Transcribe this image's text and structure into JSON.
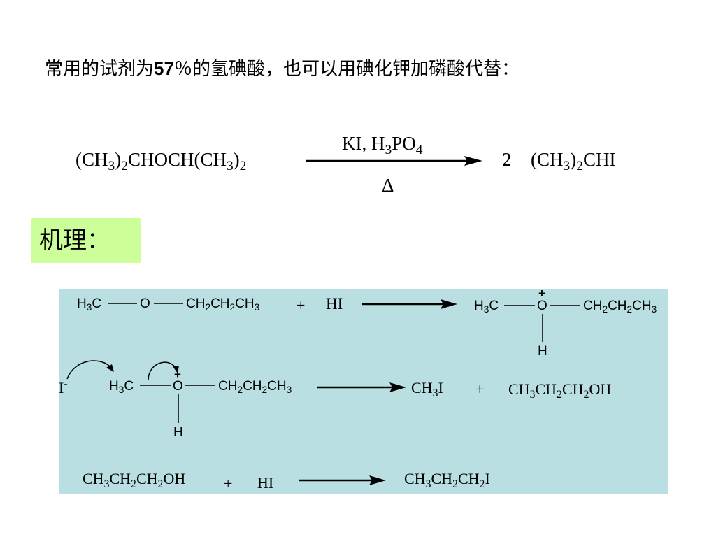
{
  "intro": {
    "text_before": "常用的试剂为",
    "percent": "57",
    "text_after": "％的氢碘酸，也可以用碘化钾加磷酸代替："
  },
  "main_reaction": {
    "reactant": [
      "(CH",
      "3",
      ")",
      "2",
      "CHOCH(CH",
      "3",
      ")",
      "2"
    ],
    "reagent": [
      "KI, H",
      "3",
      "PO",
      "4"
    ],
    "condition": "Δ",
    "coefficient": "2",
    "product": [
      "(CH",
      "3",
      ")",
      "2",
      "CHI"
    ]
  },
  "mechanism_label": "机理：",
  "step1": {
    "r_h3c": "H",
    "r_h3c_sub": "3",
    "r_c": "C",
    "o": "O",
    "chain": [
      "CH",
      "2",
      "CH",
      "2",
      "CH",
      "3"
    ],
    "plus": "+",
    "hi": "HI",
    "p_h3c": "H",
    "p_h3c_sub": "3",
    "p_c": "C",
    "p_o": "O",
    "p_charge": "+",
    "p_chain": [
      "CH",
      "2",
      "CH",
      "2",
      "CH",
      "3"
    ],
    "p_h": "H"
  },
  "step2": {
    "iodide": "I",
    "iodide_charge": "-",
    "h3c": "H",
    "h3c_sub": "3",
    "c": "C",
    "o": "O",
    "charge": "+",
    "chain": [
      "CH",
      "2",
      "CH",
      "2",
      "CH",
      "3"
    ],
    "h": "H",
    "product1": [
      "CH",
      "3",
      "I"
    ],
    "plus": "+",
    "product2": [
      "CH",
      "3",
      "CH",
      "2",
      "CH",
      "2",
      "OH"
    ]
  },
  "step3": {
    "reactant": [
      "CH",
      "3",
      "CH",
      "2",
      "CH",
      "2",
      "OH"
    ],
    "plus": "+",
    "hi": "HI",
    "product": [
      "CH",
      "3",
      "CH",
      "2",
      "CH",
      "2",
      "I"
    ]
  }
}
